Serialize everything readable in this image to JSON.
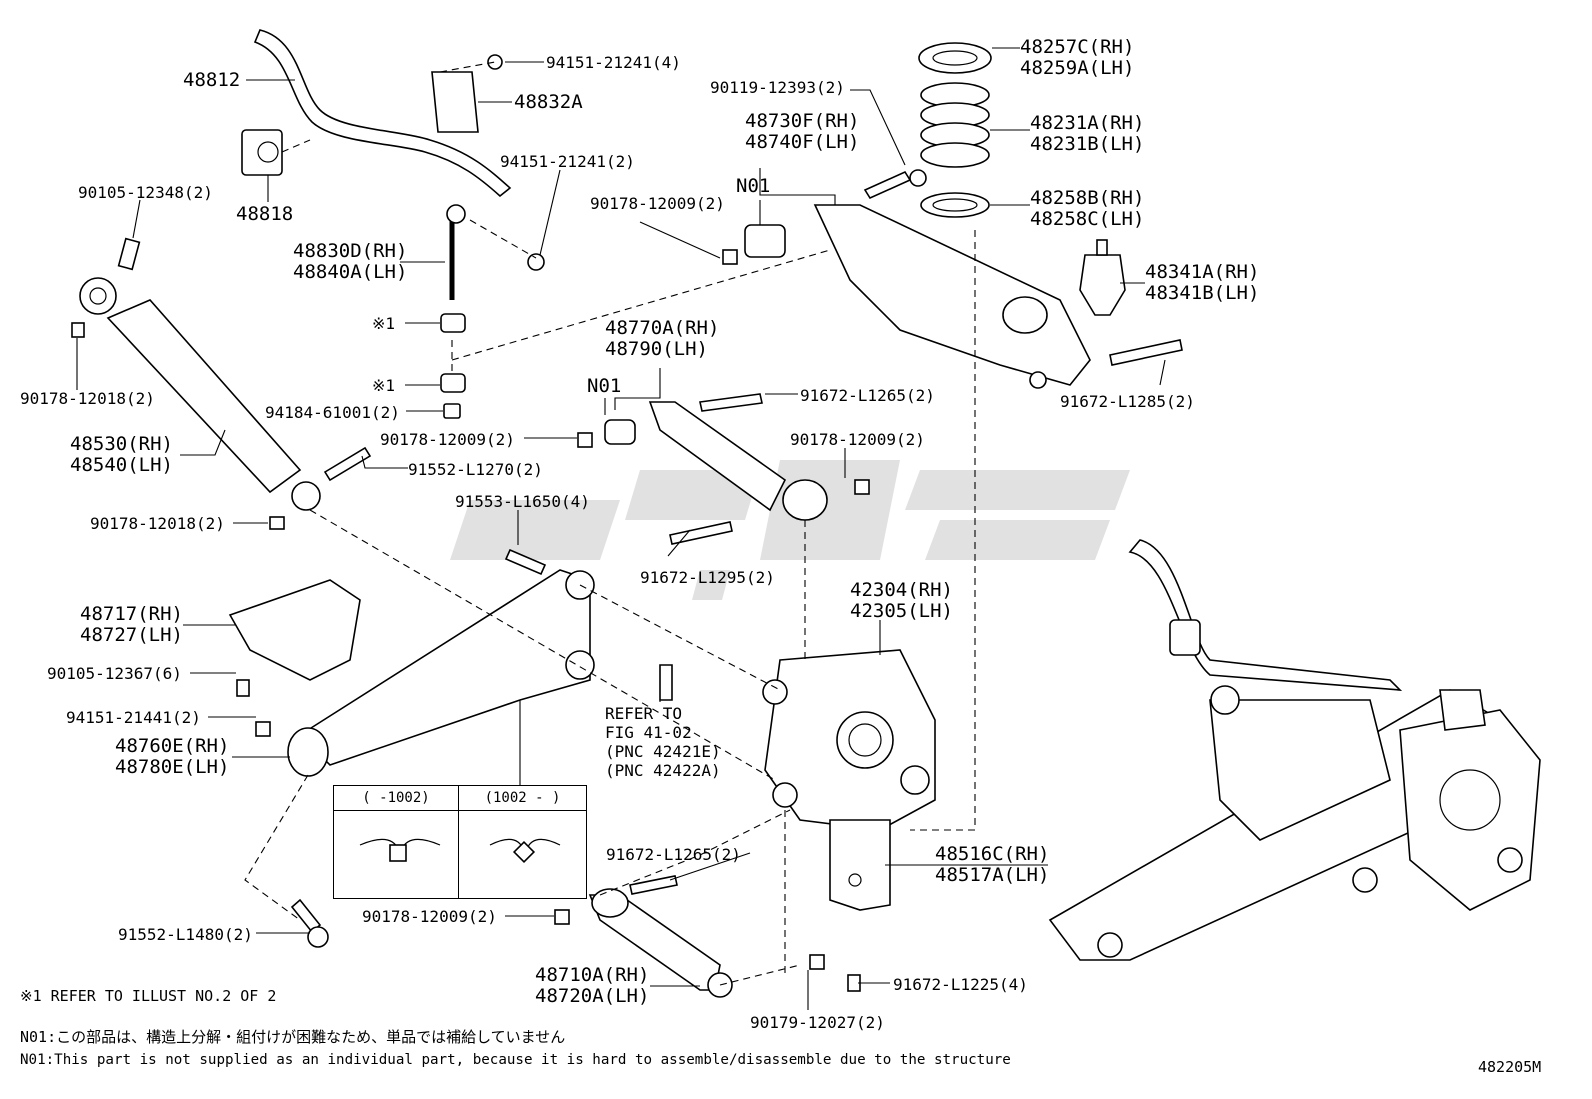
{
  "labels": {
    "p48812": "48812",
    "p94151_21241_4": "94151-21241(4)",
    "p48832A": "48832A",
    "p90105_12348": "90105-12348(2)",
    "p48818": "48818",
    "p94151_21241_2": "94151-21241(2)",
    "p48830D": "48830D(RH)",
    "p48840A": "48840A(LH)",
    "x1a": "※1",
    "x1b": "※1",
    "p94184": "94184-61001(2)",
    "p90178_12018a": "90178-12018(2)",
    "p48530": "48530(RH)",
    "p48540": "48540(LH)",
    "p90178_12018b": "90178-12018(2)",
    "p91552_L1270": "91552-L1270(2)",
    "p90178_12009a": "90178-12009(2)",
    "p90178_12009b": "90178-12009(2)",
    "p90178_12009c": "90178-12009(2)",
    "p90178_12009d": "90178-12009(2)",
    "p90119": "90119-12393(2)",
    "p48730F": "48730F(RH)",
    "p48740F": "48740F(LH)",
    "n01a": "N01",
    "n01b": "N01",
    "p48257C": "48257C(RH)",
    "p48259A": "48259A(LH)",
    "p48231A": "48231A(RH)",
    "p48231B": "48231B(LH)",
    "p48258B": "48258B(RH)",
    "p48258C": "48258C(LH)",
    "p48341A": "48341A(RH)",
    "p48341B": "48341B(LH)",
    "p91672_L1285": "91672-L1285(2)",
    "p48770A": "48770A(RH)",
    "p48790": "48790(LH)",
    "p91672_L1265a": "91672-L1265(2)",
    "p91672_L1265b": "91672-L1265(2)",
    "p91553": "91553-L1650(4)",
    "p91672_L1295": "91672-L1295(2)",
    "p42304": "42304(RH)",
    "p42305": "42305(LH)",
    "p48717": "48717(RH)",
    "p48727": "48727(LH)",
    "p90105_12367": "90105-12367(6)",
    "p94151_21441": "94151-21441(2)",
    "p48760E": "48760E(RH)",
    "p48780E": "48780E(LH)",
    "refer1": "REFER TO",
    "refer2": "FIG 41-02",
    "refer3": "(PNC 42421E)",
    "refer4": "(PNC 42422A)",
    "p48516C": "48516C(RH)",
    "p48517A": "48517A(LH)",
    "p91552_L1480": "91552-L1480(2)",
    "p48710A": "48710A(RH)",
    "p48720A": "48720A(LH)",
    "p90179": "90179-12027(2)",
    "p91672_L1225": "91672-L1225(4)"
  },
  "inset": {
    "col1": "(      -1002)",
    "col2": "(1002  -      )"
  },
  "notes": {
    "refer_illust": "※1 REFER TO ILLUST NO.2 OF 2",
    "n01_jp": "N01:この部品は、構造上分解・組付けが困難なため、単品では補給していません",
    "n01_en": "N01:This part is not supplied as an individual part, because it is hard to assemble/disassemble due to the structure",
    "diagram_id": "482205M"
  }
}
